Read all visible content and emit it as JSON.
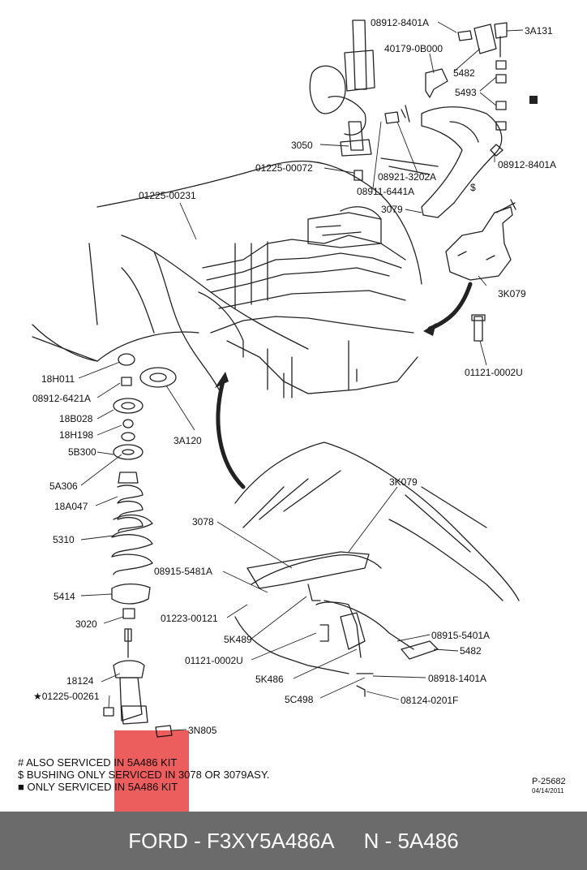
{
  "colors": {
    "footer_bg": "#6b6b6b",
    "highlight": "#e62828"
  },
  "labels": {
    "l1": "08912-8401A",
    "l2": "3A131",
    "l3": "40179-0B000",
    "l4": "5482",
    "l5": "5493",
    "l6": "3050",
    "l7": "01225-00072",
    "l8": "08921-3202A",
    "l9": "08911-6441A",
    "l10": "08912-8401A",
    "l11": "3079",
    "l12": "01225-00231",
    "l13": "3K079",
    "l14": "01121-0002U",
    "l15": "18H011",
    "l16": "08912-6421A",
    "l17": "18B028",
    "l18": "18H198",
    "l19": "5B300",
    "l20": "3A120",
    "l21": "5A306",
    "l22": "18A047",
    "l23": "5310",
    "l24": "5414",
    "l25": "3020",
    "l26": "18124",
    "l27": "★01225-00261",
    "l28": "3N805",
    "l29": "3K079",
    "l30": "3078",
    "l31": "08915-5481A",
    "l32": "01223-00121",
    "l33": "5K489",
    "l34": "01121-0002U",
    "l35": "5K486",
    "l36": "5C498",
    "l37": "08915-5401A",
    "l38": "5482",
    "l39": "08918-1401A",
    "l40": "08124-0201F",
    "dollar": "$"
  },
  "notes": {
    "n1": "# ALSO SERVICED IN 5A486 KIT",
    "n2": "$ BUSHING ONLY SERVICED IN 3078 OR 3079ASY.",
    "n3": "■ ONLY SERVICED IN 5A486 KIT"
  },
  "ref": {
    "number": "P-25682",
    "date": "04/14/2011"
  },
  "footer": {
    "brand_part": "FORD - F3XY5A486A",
    "code": "N - 5A486"
  }
}
